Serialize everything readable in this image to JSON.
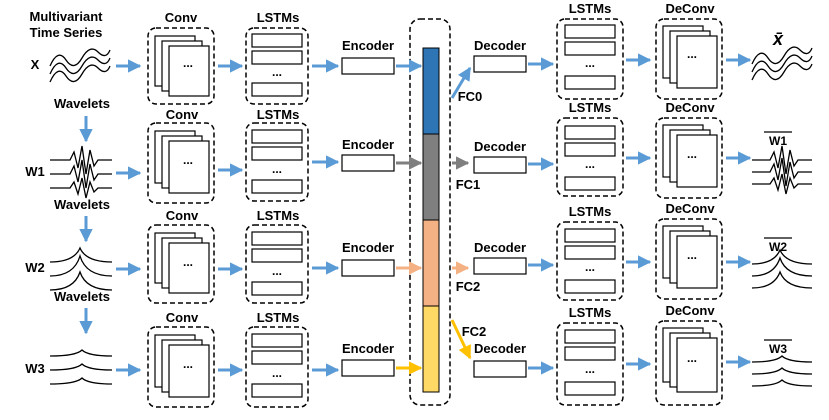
{
  "input": {
    "title_line1": "Multivariant",
    "title_line2": "Time Series",
    "x_label": "X"
  },
  "wavelets_label": "Wavelets",
  "rows": [
    {
      "input_label": "X",
      "conv": "Conv",
      "lstms_left": "LSTMs",
      "encoder": "Encoder",
      "fc": "FC0",
      "decoder": "Decoder",
      "lstms_right": "LSTMs",
      "deconv": "DeConv",
      "output_label": "x̄"
    },
    {
      "input_label": "W1",
      "conv": "Conv",
      "lstms_left": "LSTMs",
      "encoder": "Encoder",
      "fc": "FC1",
      "decoder": "Decoder",
      "lstms_right": "LSTMs",
      "deconv": "DeConv",
      "output_label": "W1"
    },
    {
      "input_label": "W2",
      "conv": "Conv",
      "lstms_left": "LSTMs",
      "encoder": "Encoder",
      "fc": "FC2",
      "decoder": "Decoder",
      "lstms_right": "LSTMs",
      "deconv": "DeConv",
      "output_label": "W2"
    },
    {
      "input_label": "W3",
      "conv": "Conv",
      "lstms_left": "LSTMs",
      "encoder": "Encoder",
      "fc": "FC2",
      "decoder": "Decoder",
      "lstms_right": "LSTMs",
      "deconv": "DeConv",
      "output_label": "W3"
    }
  ],
  "ellipsis": "...",
  "colors": {
    "arrow_blue": "#5b9bd5",
    "segment_blue": "#2e75b6",
    "segment_gray": "#7f7f7f",
    "segment_salmon": "#f4b183",
    "segment_yellow": "#ffd966",
    "arrow_gray": "#7f7f7f",
    "arrow_salmon": "#f4b183",
    "arrow_yellow": "#ffc000"
  }
}
